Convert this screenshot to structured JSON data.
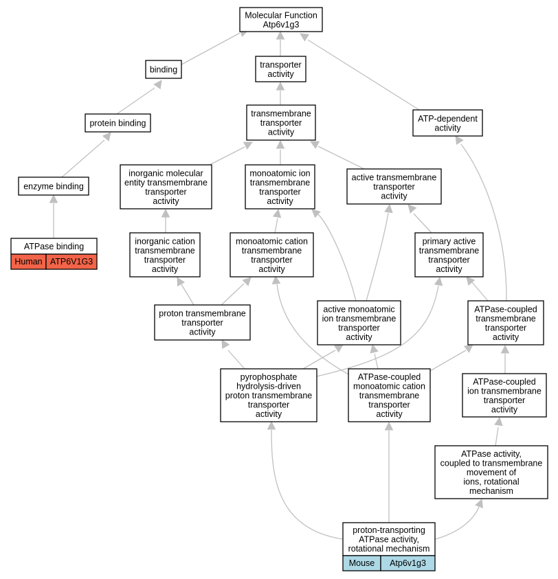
{
  "colors": {
    "human": "#f26449",
    "mouse": "#add8e6",
    "edge": "#c0c0c0"
  },
  "nodes": {
    "mf": {
      "lines": [
        "Molecular Function",
        "Atp6v1g3"
      ]
    },
    "binding": {
      "lines": [
        "binding"
      ]
    },
    "transporter": {
      "lines": [
        "transporter",
        "activity"
      ]
    },
    "protein_binding": {
      "lines": [
        "protein binding"
      ]
    },
    "tm_transporter": {
      "lines": [
        "transmembrane",
        "transporter",
        "activity"
      ]
    },
    "atp_dependent": {
      "lines": [
        "ATP-dependent",
        "activity"
      ]
    },
    "enzyme_binding": {
      "lines": [
        "enzyme binding"
      ]
    },
    "inorganic_molecular": {
      "lines": [
        "inorganic molecular",
        "entity transmembrane",
        "transporter",
        "activity"
      ]
    },
    "monoatomic_ion": {
      "lines": [
        "monoatomic ion",
        "transmembrane",
        "transporter",
        "activity"
      ]
    },
    "active_tm": {
      "lines": [
        "active transmembrane",
        "transporter",
        "activity"
      ]
    },
    "atpase_binding": {
      "lines": [
        "ATPase binding"
      ],
      "genes": [
        {
          "species": "Human",
          "gene": "ATP6V1G3"
        }
      ]
    },
    "inorganic_cation": {
      "lines": [
        "inorganic cation",
        "transmembrane",
        "transporter",
        "activity"
      ]
    },
    "monoatomic_cation": {
      "lines": [
        "monoatomic cation",
        "transmembrane",
        "transporter",
        "activity"
      ]
    },
    "primary_active": {
      "lines": [
        "primary active",
        "transmembrane",
        "transporter",
        "activity"
      ]
    },
    "proton_tm": {
      "lines": [
        "proton transmembrane",
        "transporter",
        "activity"
      ]
    },
    "active_monoatomic": {
      "lines": [
        "active monoatomic",
        "ion transmembrane",
        "transporter",
        "activity"
      ]
    },
    "atpase_coupled_tm": {
      "lines": [
        "ATPase-coupled",
        "transmembrane",
        "transporter",
        "activity"
      ]
    },
    "pyrophosphate": {
      "lines": [
        "pyrophosphate",
        "hydrolysis-driven",
        "proton transmembrane",
        "transporter",
        "activity"
      ]
    },
    "atpase_coupled_monocation": {
      "lines": [
        "ATPase-coupled",
        "monoatomic cation",
        "transmembrane",
        "transporter",
        "activity"
      ]
    },
    "atpase_coupled_ion": {
      "lines": [
        "ATPase-coupled",
        "ion transmembrane",
        "transporter",
        "activity"
      ]
    },
    "atpase_activity_rot": {
      "lines": [
        "ATPase activity,",
        "coupled to transmembrane",
        "movement of",
        "ions, rotational",
        "mechanism"
      ]
    },
    "proton_transporting": {
      "lines": [
        "proton-transporting",
        "ATPase activity,",
        "rotational mechanism"
      ],
      "genes": [
        {
          "species": "Mouse",
          "gene": "Atp6v1g3"
        }
      ]
    }
  }
}
